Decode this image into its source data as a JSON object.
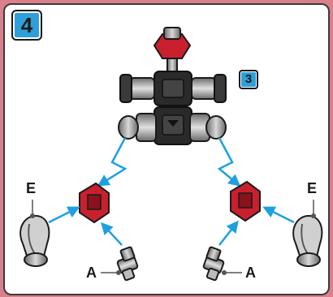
{
  "step": {
    "number": "4"
  },
  "subassembly": {
    "number": "3"
  },
  "labels": {
    "left_e": "E",
    "right_e": "E",
    "left_a": "A",
    "right_a": "A"
  },
  "colors": {
    "accent_blue": "#2f9fd9",
    "part_red": "#c8202e",
    "frame_pink": "#d9808a",
    "arrow_blue": "#1ea0e0"
  }
}
